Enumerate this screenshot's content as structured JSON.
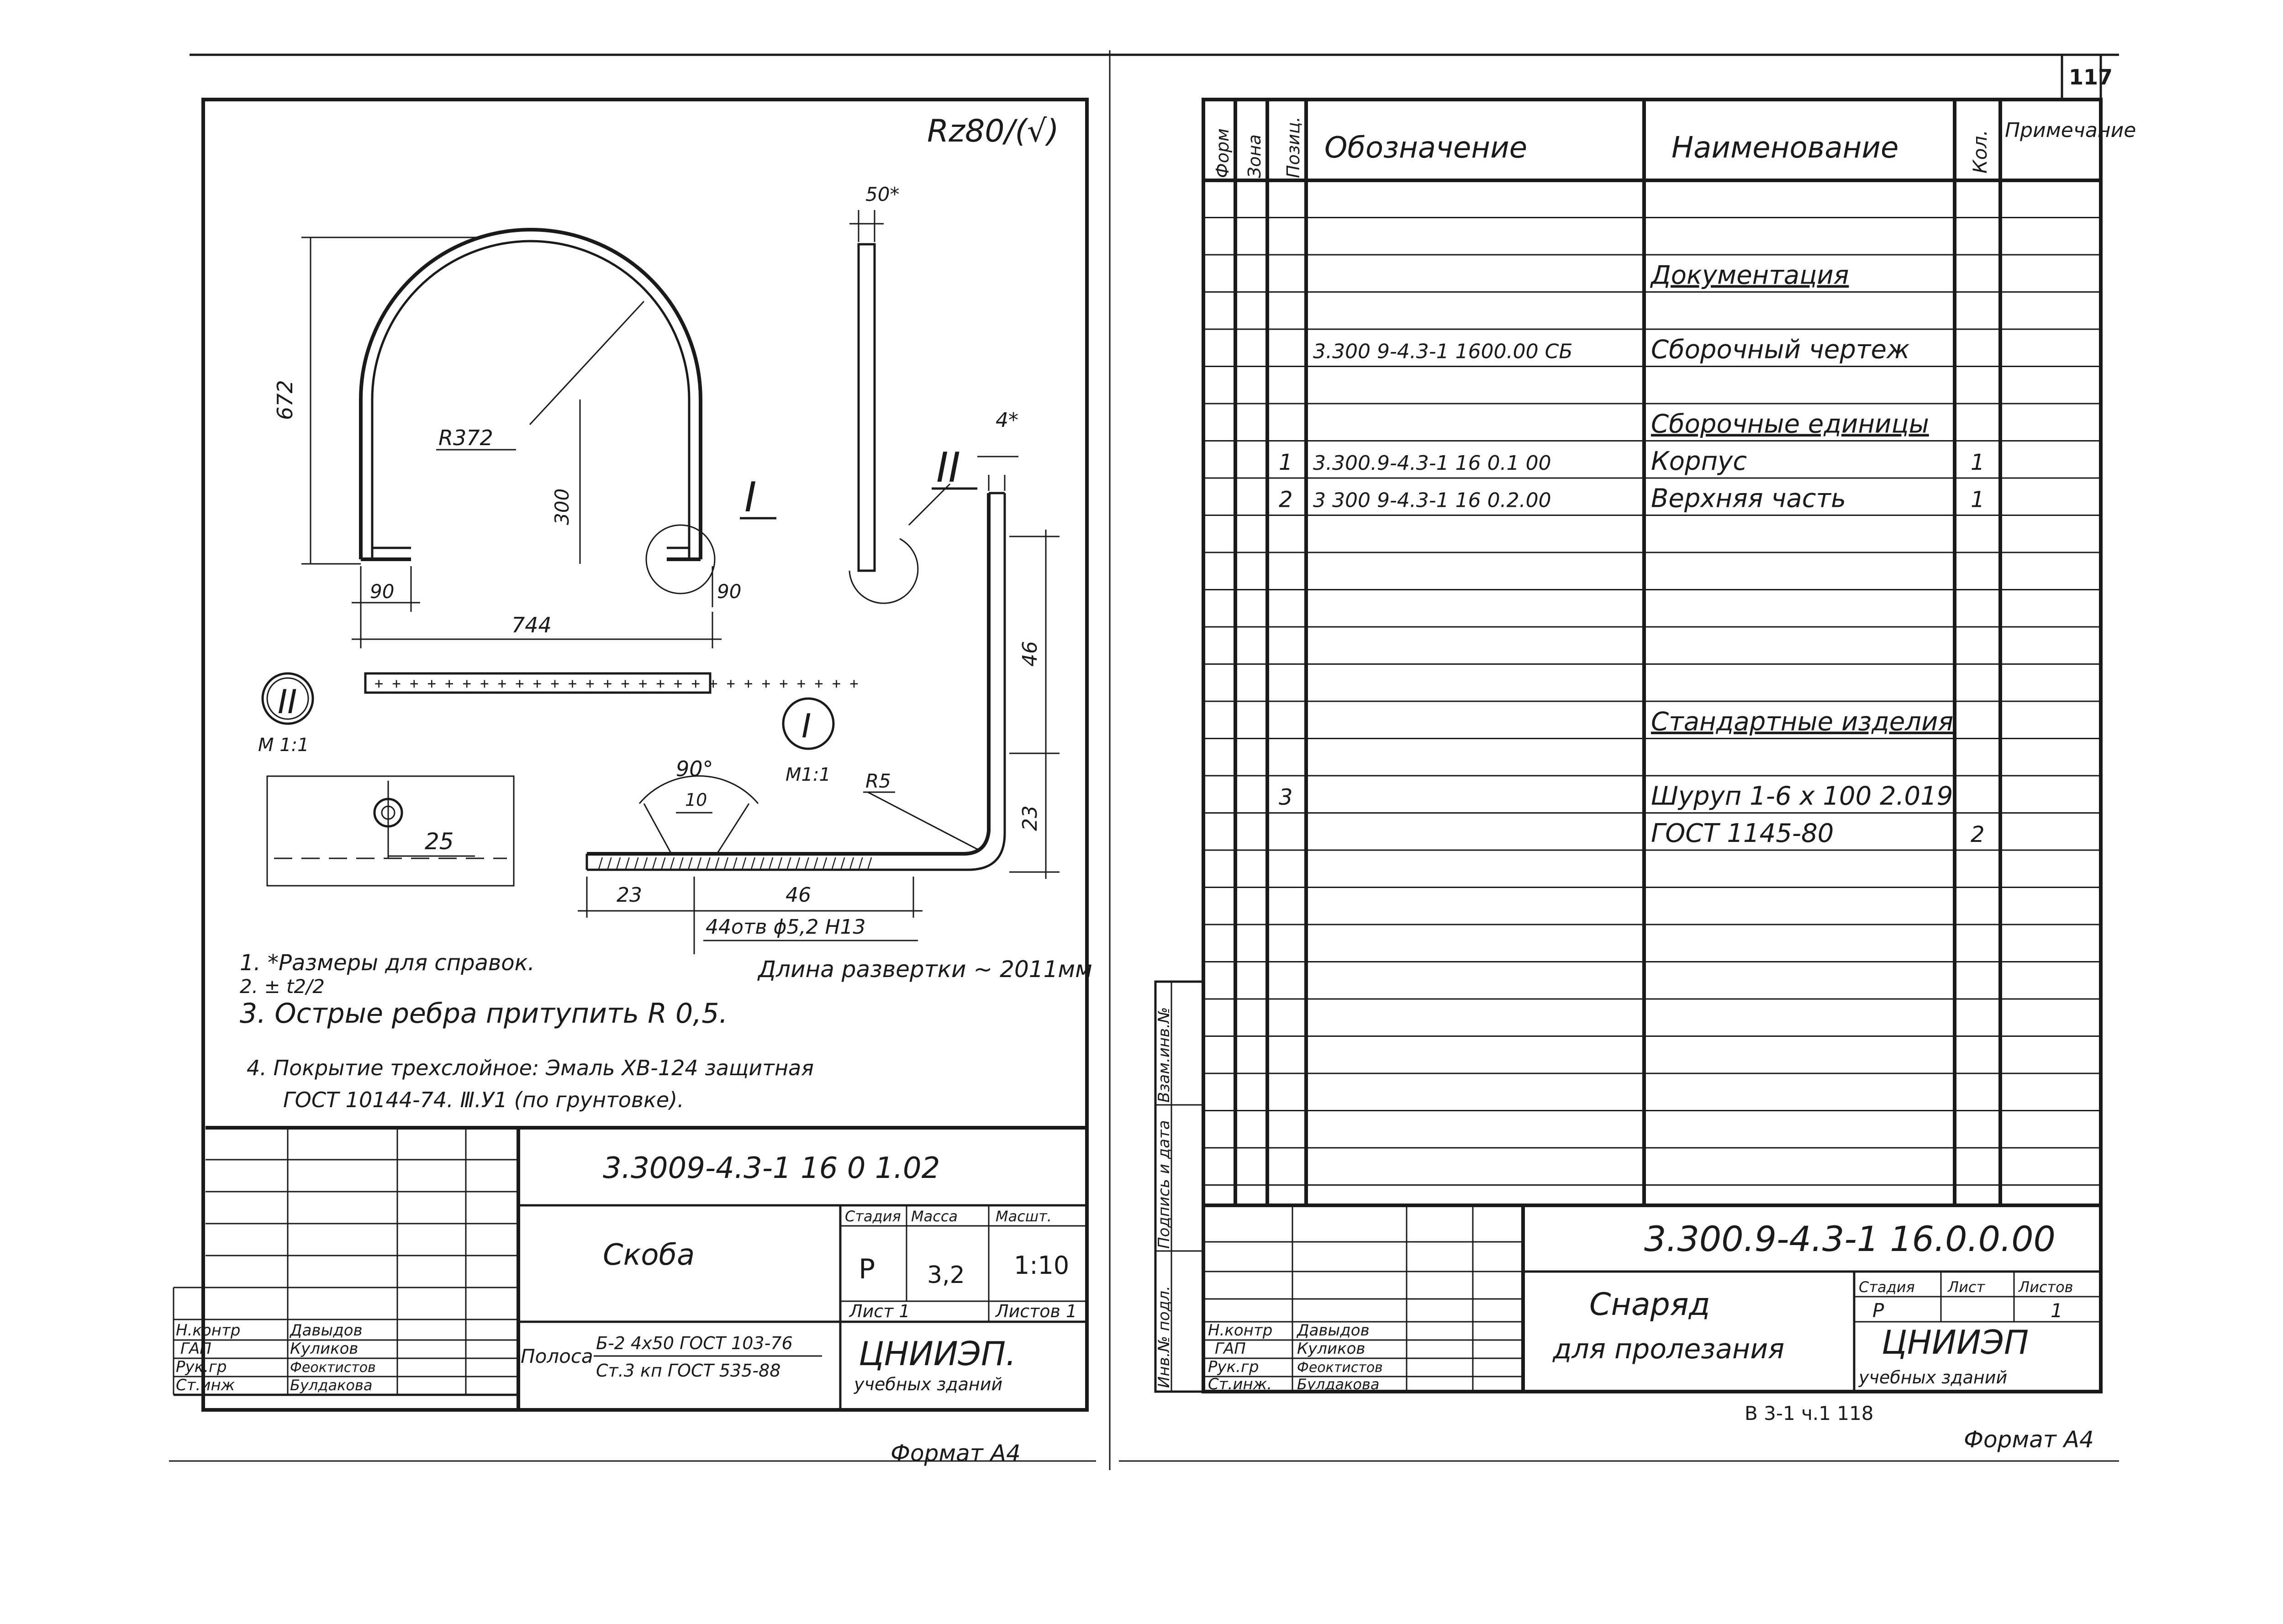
{
  "left_sheet": {
    "dims": {
      "d672": "672",
      "r372": "R372",
      "d300": "300",
      "d90a": "90",
      "d90b": "90",
      "d744": "744",
      "d50": "50*",
      "d4": "4*",
      "d46v": "46",
      "d23v": "23",
      "r5": "R5",
      "d90deg": "90°",
      "d10": "10",
      "d23h": "23",
      "d46h": "46",
      "holes": "44отв ϕ5,2 H13",
      "d25": "25"
    },
    "roughness": "Rz80/(√)",
    "view_1": "I",
    "view_2": "II",
    "callout_2": "II",
    "callout_1": "I",
    "scale_2": "M 1:1",
    "scale_1": "M1:1",
    "dev_length": "Длина развертки ~ 2011мм",
    "notes": [
      "1. *Размеры для справок.",
      "2. ± t2/2",
      "3. Острые ребра притупить R 0,5.",
      "4. Покрытие трехслойное: Эмаль ХВ-124 защитная",
      "ГОСТ 10144-74. Ⅲ.У1 (по грунтовке)."
    ],
    "title_block": {
      "doc_number": "3.3009-4.3-1   16 0 1.02",
      "name": "Скоба",
      "material_label": "Полоса",
      "material_1": "Б-2 4x50 ГОСТ 103-76",
      "material_2": "Ст.3 кп ГОСТ 535-88",
      "stage_head": "Стадия",
      "mass_head": "Масса",
      "scale_head": "Масшт.",
      "stage": "Р",
      "mass": "3,2",
      "scale": "1:10",
      "sheet": "Лист 1",
      "sheets": "Листов 1",
      "org": "ЦНИИЭП.",
      "org_sub": "учебных зданий",
      "people": [
        {
          "role": "Н.контр",
          "name": "Давыдов"
        },
        {
          "role": "ГАП",
          "name": "Куликов"
        },
        {
          "role": "Рук.гр",
          "name": "Феоктистов"
        },
        {
          "role": "Ст.инж",
          "name": "Булдакова"
        }
      ]
    },
    "format": "Формат А4"
  },
  "right_sheet": {
    "page_number": "117",
    "headers": {
      "format": "Форм",
      "zone": "Зона",
      "pos": "Позиц.",
      "designation": "Обозначение",
      "name": "Наименование",
      "qty": "Кол.",
      "note": "Примечание"
    },
    "rows": [
      {
        "pos": "",
        "designation": "",
        "name": "Документация",
        "qty": "",
        "row": 3,
        "underline": true
      },
      {
        "pos": "",
        "designation": "3.300 9-4.3-1 1600.00 СБ",
        "name": "Сборочный чертеж",
        "qty": "",
        "row": 5,
        "underline": false
      },
      {
        "pos": "",
        "designation": "",
        "name": "Сборочные единицы",
        "qty": "",
        "row": 7,
        "underline": true
      },
      {
        "pos": "1",
        "designation": "3.300.9-4.3-1 16 0.1 00",
        "name": "Корпус",
        "qty": "1",
        "row": 8,
        "underline": false
      },
      {
        "pos": "2",
        "designation": "3 300 9-4.3-1 16 0.2.00",
        "name": "Верхняя часть",
        "qty": "1",
        "row": 9,
        "underline": false
      },
      {
        "pos": "",
        "designation": "",
        "name": "Стандартные изделия",
        "qty": "",
        "row": 15,
        "underline": true
      },
      {
        "pos": "3",
        "designation": "",
        "name": "Шуруп 1-6 x 100 2.019",
        "qty": "",
        "row": 17,
        "underline": false
      },
      {
        "pos": "",
        "designation": "",
        "name": "ГОСТ 1145-80",
        "qty": "2",
        "row": 18,
        "underline": false
      }
    ],
    "side_labels": [
      "Инв.№ подл.",
      "Подпись и дата",
      "Взам.инв.№"
    ],
    "title_block": {
      "doc_number": "3.300.9-4.3-1 16.0.0.00",
      "name_1": "Снаряд",
      "name_2": "для пролезания",
      "stage_head": "Стадия",
      "sheet_head": "Лист",
      "sheets_head": "Листов",
      "stage": "Р",
      "sheets": "1",
      "org": "ЦНИИЭП",
      "org_sub": "учебных зданий",
      "people": [
        {
          "role": "Н.контр",
          "name": "Давыдов"
        },
        {
          "role": "ГАП",
          "name": "Куликов"
        },
        {
          "role": "Рук.гр",
          "name": "Феоктистов"
        },
        {
          "role": "Ст.инж.",
          "name": "Булдакова"
        }
      ]
    },
    "footer_ref": "В 3-1  ч.1   118",
    "format": "Формат А4"
  }
}
